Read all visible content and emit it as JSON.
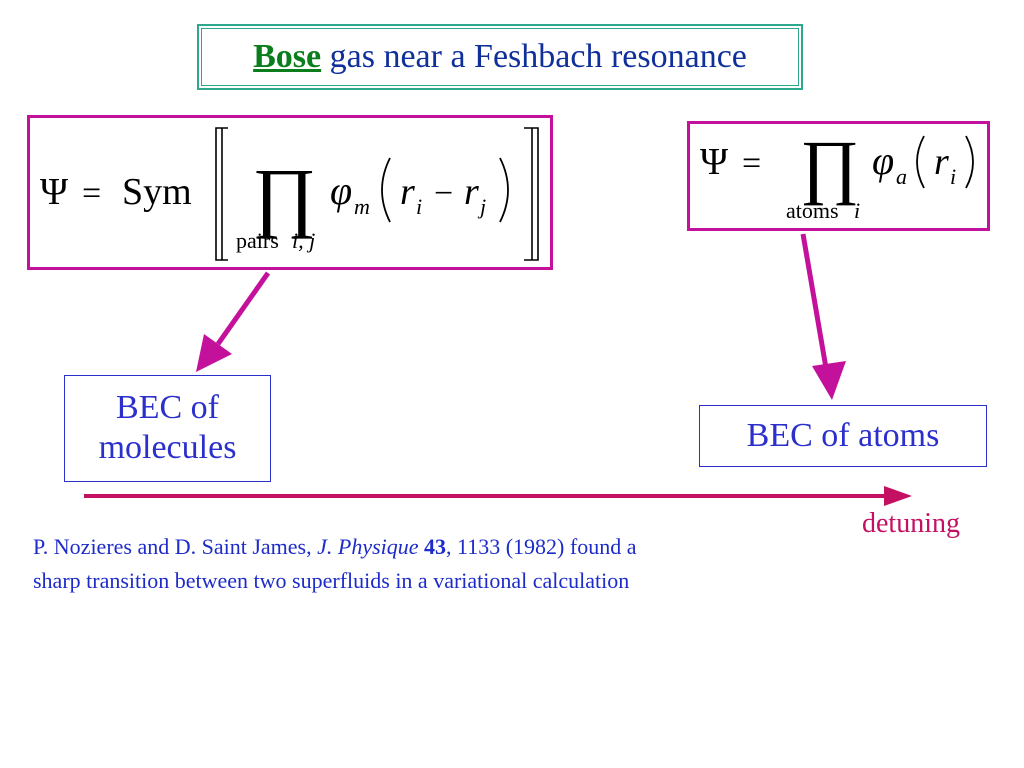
{
  "title": {
    "highlight": "Bose",
    "rest": " gas near a Feshbach resonance"
  },
  "formula_left": {
    "psi": "Ψ",
    "equals": "=",
    "sym": "Sym",
    "product": "∏",
    "phi": "φ",
    "phi_sub": "m",
    "r1": "r",
    "r1_sub": "i",
    "minus": "−",
    "r2": "r",
    "r2_sub": "j",
    "under_pairs": "pairs",
    "under_ij": "i, j"
  },
  "formula_right": {
    "psi": "Ψ",
    "equals": "=",
    "product": "∏",
    "phi": "φ",
    "phi_sub": "a",
    "r": "r",
    "r_sub": "i",
    "under_atoms": "atoms",
    "under_i": "i"
  },
  "bec_molecules": {
    "line1": "BEC of",
    "line2": "molecules"
  },
  "bec_atoms": {
    "label": "BEC of atoms"
  },
  "detuning": "detuning",
  "reference": {
    "authors": "P. Nozieres and D. Saint James, ",
    "journal": "J. Physique",
    "volume": "43",
    "rest_line1": ", 1133 (1982) found a",
    "line2": "sharp transition between two superfluids in a variational calculation"
  },
  "colors": {
    "formula_border": "#c4119c",
    "arrow": "#c4119c",
    "detuning_arrow": "#c41062",
    "box_blue": "#2b2fcc",
    "title_border": "#2ea88c",
    "title_bose": "#0a7d1c",
    "title_text": "#0f2f9a"
  }
}
